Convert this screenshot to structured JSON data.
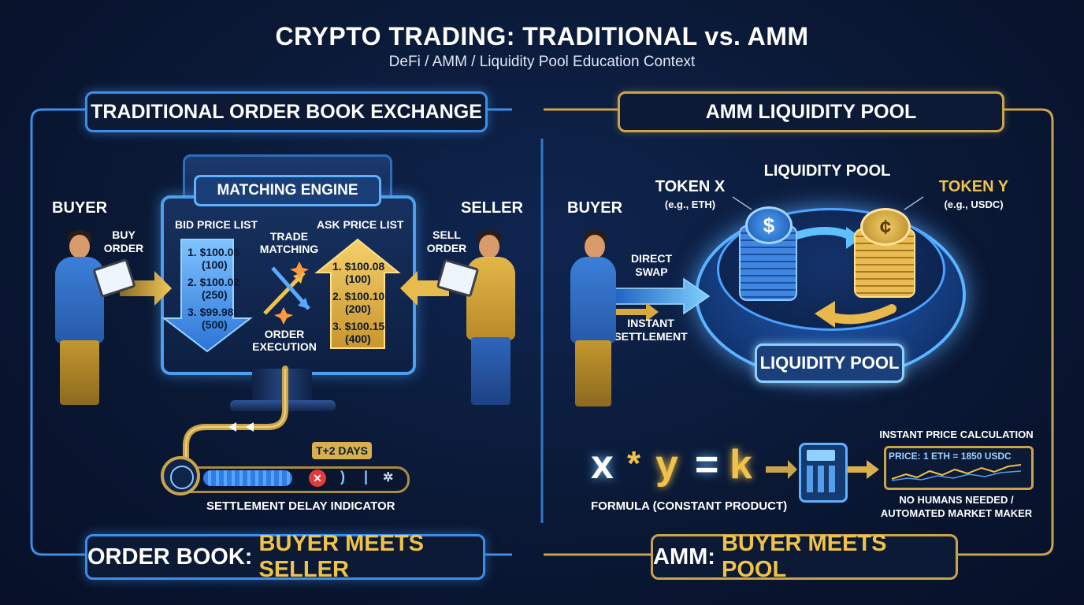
{
  "title": "CRYPTO TRADING: TRADITIONAL vs. AMM",
  "subtitle": "DeFi / AMM / Liquidity Pool Education Context",
  "left": {
    "header": "TRADITIONAL ORDER BOOK EXCHANGE",
    "buyer": "BUYER",
    "buy_order": [
      "BUY",
      "ORDER"
    ],
    "seller": "SELLER",
    "sell_order": [
      "SELL",
      "ORDER"
    ],
    "engine": "MATCHING ENGINE",
    "bid_title": "BID PRICE LIST",
    "ask_title": "ASK PRICE LIST",
    "bids": [
      {
        "price": "1. $100.05",
        "qty": "(100)"
      },
      {
        "price": "2. $100.02",
        "qty": "(250)"
      },
      {
        "price": "3. $99.98",
        "qty": "(500)"
      }
    ],
    "asks": [
      {
        "price": "1. $100.08",
        "qty": "(100)"
      },
      {
        "price": "2. $100.10",
        "qty": "(200)"
      },
      {
        "price": "3. $100.15",
        "qty": "(400)"
      }
    ],
    "trade_matching": [
      "TRADE",
      "MATCHING"
    ],
    "order_execution": [
      "ORDER",
      "EXECUTION"
    ],
    "delay_tag": "T+2 DAYS",
    "delay_label": "SETTLEMENT DELAY INDICATOR",
    "delay_progress": 0.45,
    "footer_prefix": "ORDER BOOK: ",
    "footer_highlight": "BUYER MEETS SELLER"
  },
  "right": {
    "header": "AMM LIQUIDITY POOL",
    "buyer": "BUYER",
    "direct_swap": [
      "DIRECT",
      "SWAP"
    ],
    "instant_settlement": [
      "INSTANT",
      "SETTLEMENT"
    ],
    "pool_title": "LIQUIDITY POOL",
    "token_x": "TOKEN X",
    "token_x_eg": "(e.g., ETH)",
    "token_y": "TOKEN Y",
    "token_y_eg": "(e.g., USDC)",
    "pool_label": "LIQUIDITY POOL",
    "coin_x_symbol": "$",
    "coin_y_symbol": "¢",
    "formula": [
      "x",
      "*",
      "y",
      "=",
      "k"
    ],
    "formula_caption": "FORMULA (CONSTANT PRODUCT)",
    "calc_title": "INSTANT PRICE CALCULATION",
    "price_text": "PRICE: 1 ETH = 1850 USDC",
    "automation": [
      "NO HUMANS NEEDED /",
      "AUTOMATED MARKET MAKER"
    ],
    "footer_prefix": "AMM: ",
    "footer_highlight": "BUYER MEETS POOL"
  },
  "colors": {
    "blue_accent": "#3d8ee8",
    "gold_accent": "#c9a44a",
    "background": "#0a1834"
  },
  "icons": [
    "clock-icon",
    "x-mark-icon",
    "calculator-icon",
    "price-chart-icon",
    "tablet-icon",
    "coin-icon"
  ]
}
